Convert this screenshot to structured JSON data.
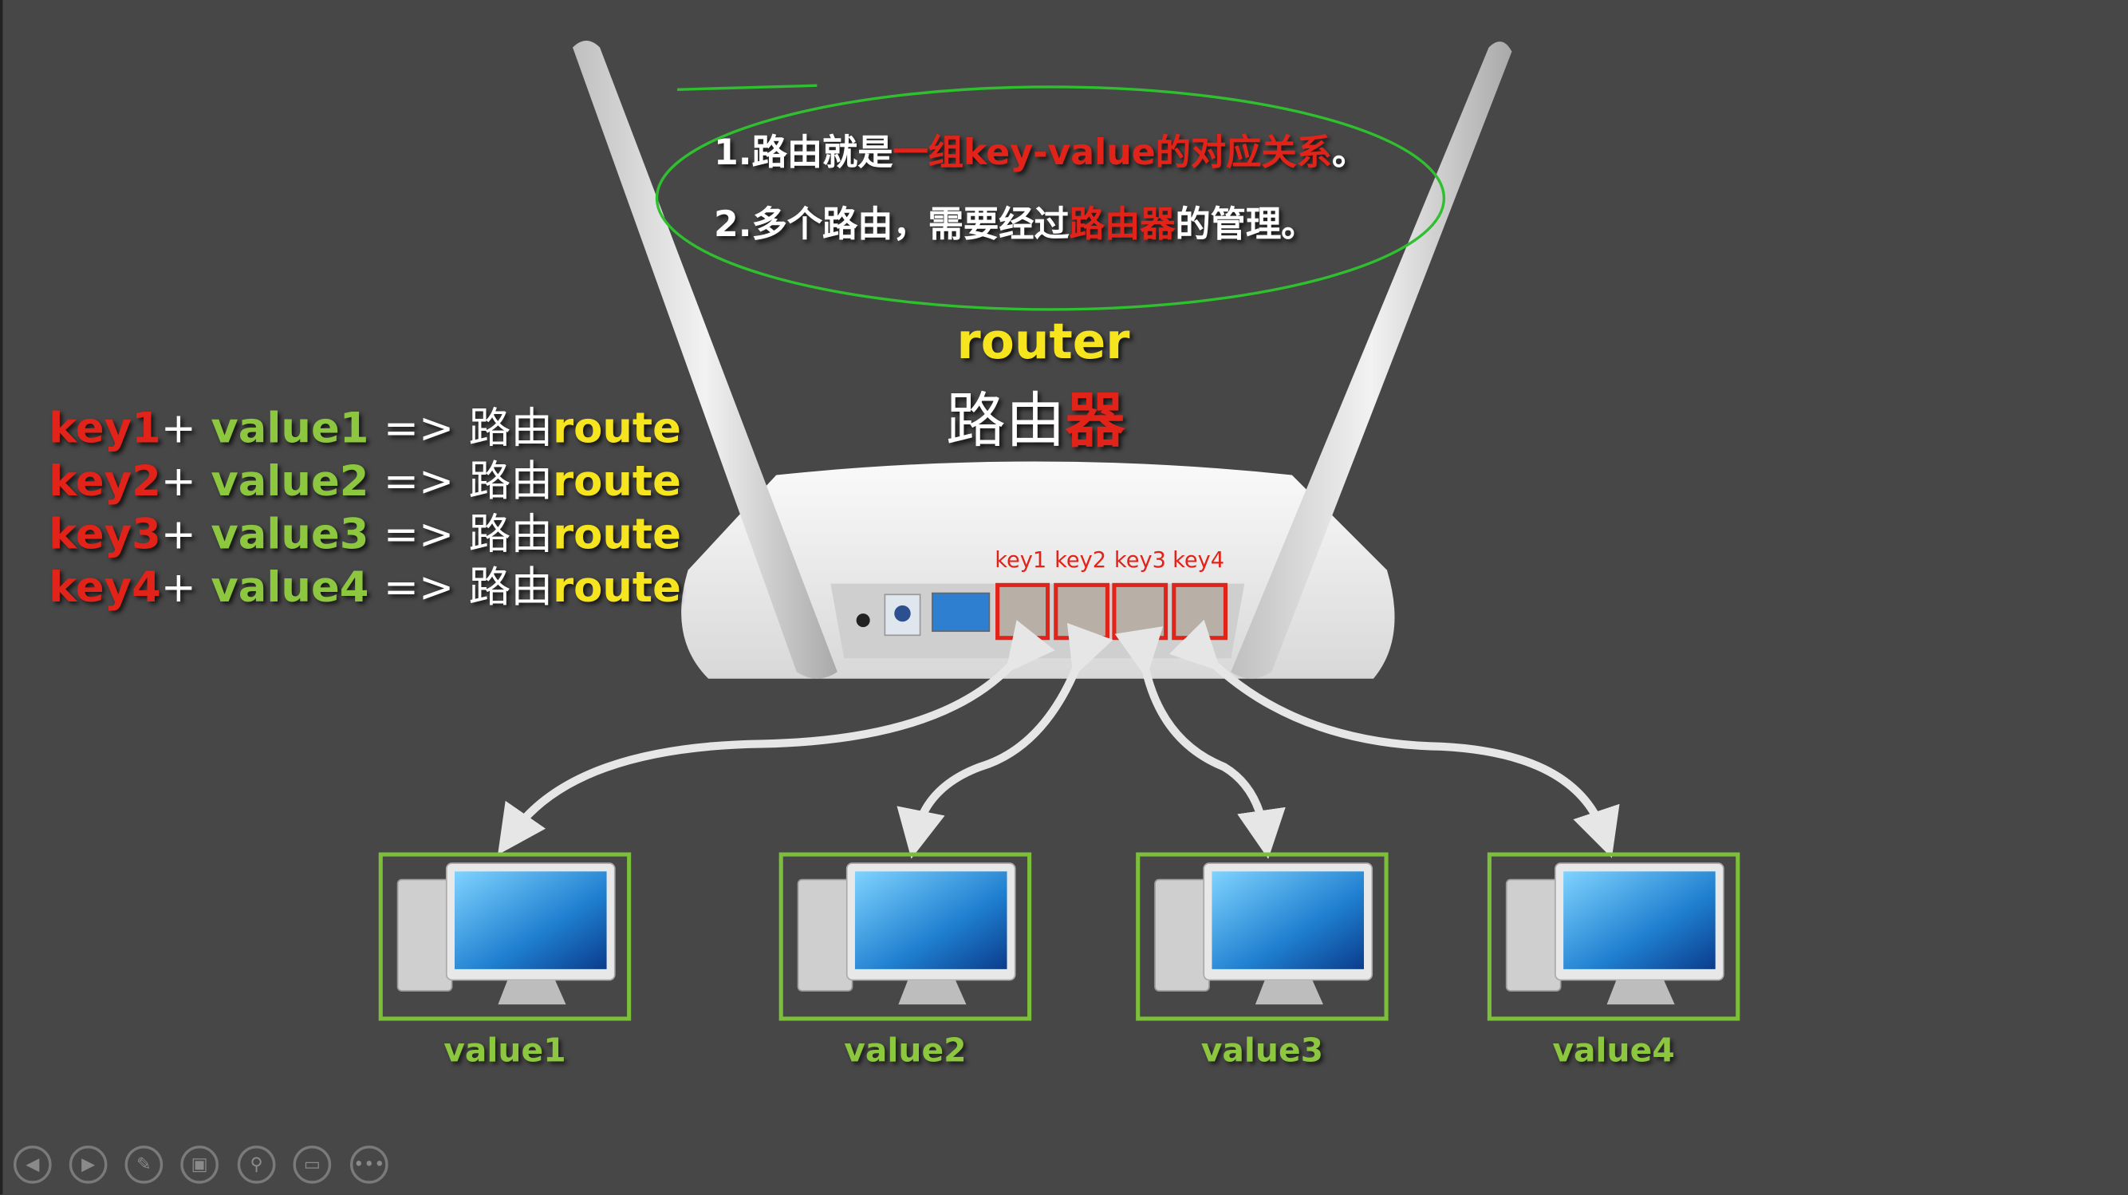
{
  "notes": {
    "line1": {
      "prefix": "1.路由就是",
      "highlight": "一组key-value的对应关系",
      "suffix": "。"
    },
    "line2": {
      "prefix": "2.多个路由，需要经过",
      "highlight": "路由器",
      "suffix": "的管理。"
    }
  },
  "router_title": {
    "en": "router",
    "zh_prefix": "路由",
    "zh_highlight": "器"
  },
  "rules": [
    {
      "key": "key1",
      "plus": "+",
      "value": "value1",
      "arrow": "=>",
      "zh": "路由",
      "route": "route"
    },
    {
      "key": "key2",
      "plus": "+",
      "value": "value2",
      "arrow": "=>",
      "zh": "路由",
      "route": "route"
    },
    {
      "key": "key3",
      "plus": "+",
      "value": "value3",
      "arrow": "=>",
      "zh": "路由",
      "route": "route"
    },
    {
      "key": "key4",
      "plus": "+",
      "value": "value4",
      "arrow": "=>",
      "zh": "路由",
      "route": "route"
    }
  ],
  "ports": [
    "key1",
    "key2",
    "key3",
    "key4"
  ],
  "computers": [
    "value1",
    "value2",
    "value3",
    "value4"
  ],
  "toolbar": [
    "previous-slide",
    "next-slide",
    "pen",
    "slide-sorter",
    "zoom",
    "subtitles",
    "more"
  ],
  "colors": {
    "key": "#e2231a",
    "value": "#8dc63f",
    "route": "#f6e51e",
    "ellipse": "#2fbf2f"
  }
}
